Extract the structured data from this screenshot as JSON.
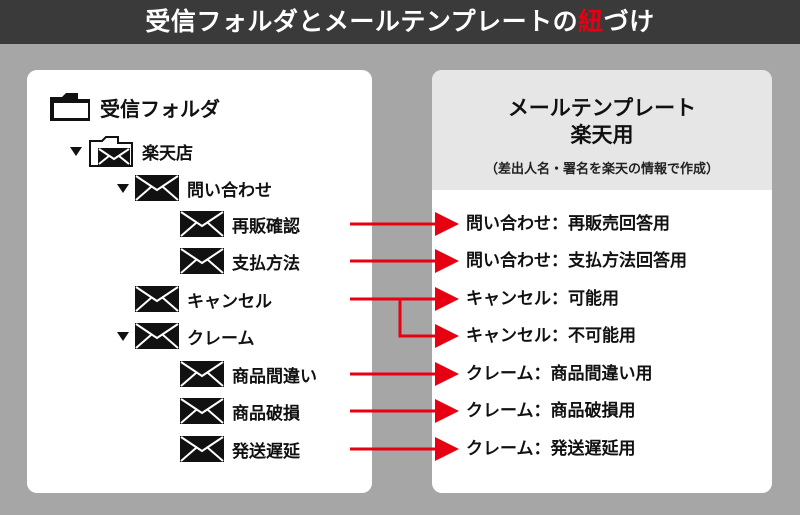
{
  "title": {
    "prefix": "受信フォルダとメールテンプレートの",
    "accent": "紐",
    "suffix": "づけ",
    "accent_color": "#e60012"
  },
  "left_tree": {
    "root": {
      "label": "受信フォルダ",
      "icon": "folder-icon"
    },
    "shop": {
      "label": "楽天店",
      "icon": "open-folder-envelope-icon"
    },
    "inquiry": {
      "label": "問い合わせ"
    },
    "resale": {
      "label": "再販確認"
    },
    "payment": {
      "label": "支払方法"
    },
    "cancel": {
      "label": "キャンセル"
    },
    "claim": {
      "label": "クレーム"
    },
    "defect": {
      "label": "商品間違い"
    },
    "broken": {
      "label": "商品破損"
    },
    "delay": {
      "label": "発送遅延"
    }
  },
  "right_panel": {
    "title_line1": "メールテンプレート",
    "title_line2": "楽天用",
    "subtitle": "（差出人名・署名を楽天の情報で作成）",
    "templates": [
      "問い合わせ：再販売回答用",
      "問い合わせ：支払方法回答用",
      "キャンセル：可能用",
      "キャンセル：不可能用",
      "クレーム：商品間違い用",
      "クレーム：商品破損用",
      "クレーム：発送遅延用"
    ]
  },
  "colors": {
    "arrow": "#e60012",
    "title_bg": "#3a3a3a",
    "bg": "#a6a6a6"
  }
}
